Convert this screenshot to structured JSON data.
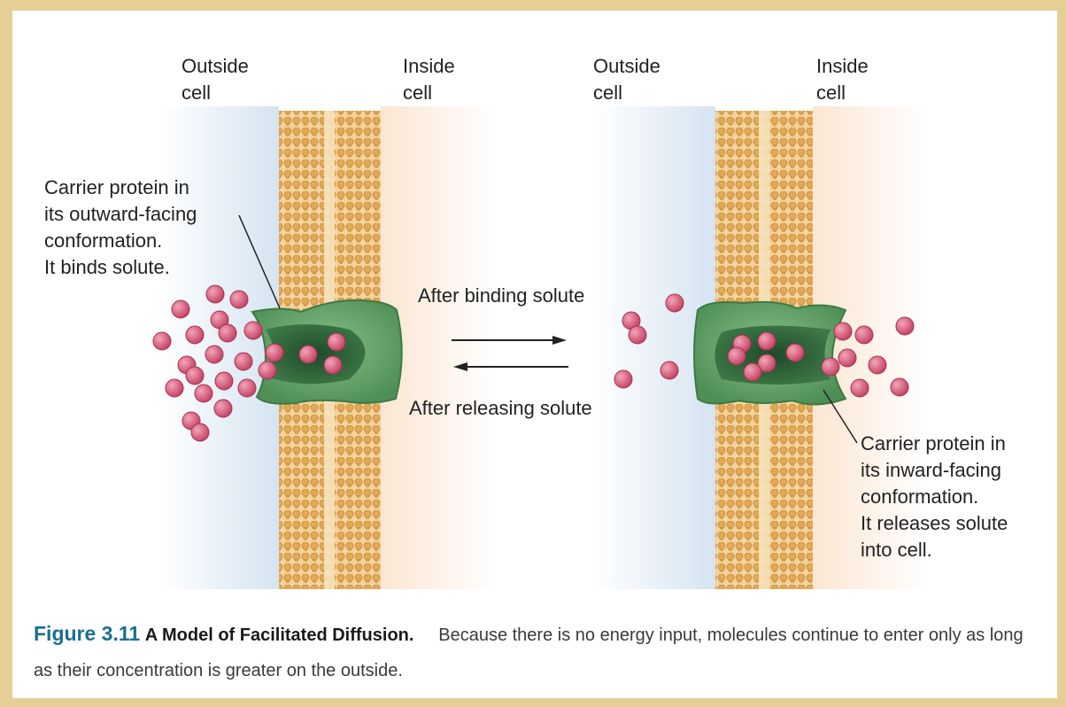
{
  "labels": {
    "outside_left": [
      "Outside",
      "cell"
    ],
    "inside_left": [
      "Inside",
      "cell"
    ],
    "outside_right": [
      "Outside",
      "cell"
    ],
    "inside_right": [
      "Inside",
      "cell"
    ],
    "carrier_outward": [
      "Carrier protein in",
      "its outward-facing",
      "conformation.",
      "It binds solute."
    ],
    "carrier_inward": [
      "Carrier protein in",
      "its inward-facing",
      "conformation.",
      "It releases solute",
      "into cell."
    ],
    "after_binding": "After binding solute",
    "after_releasing": "After releasing solute"
  },
  "caption": {
    "figure_number": "Figure 3.11",
    "figure_title": "A Model of Facilitated Diffusion.",
    "text": "Because there is no energy input, molecules continue to enter only as long as their concentration is greater on the outside."
  },
  "colors": {
    "membrane": "#e8b567",
    "protein": "#6fae73",
    "solute": "#d25574",
    "outside_tint": "#dbe8f3",
    "inside_tint": "#fbecdc",
    "caption_accent": "#1b6f8f"
  }
}
